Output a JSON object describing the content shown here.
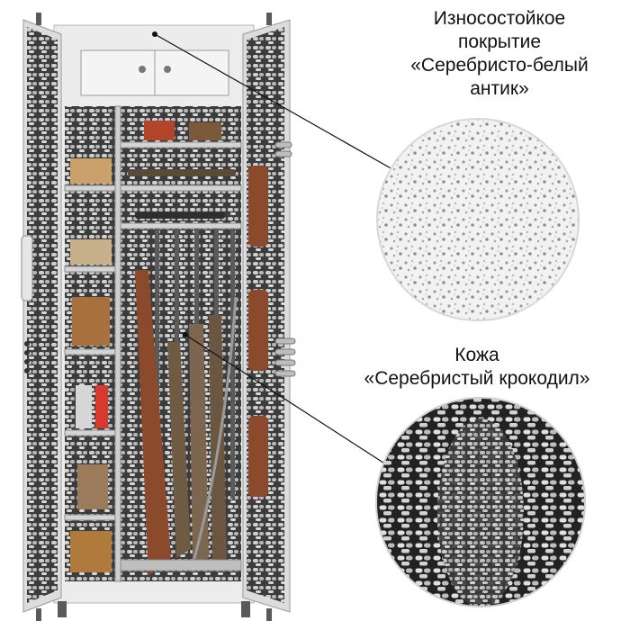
{
  "labels": {
    "coating": {
      "lines": [
        "Износостойкое",
        "покрытие",
        "«Серебристо-белый",
        "антик»"
      ]
    },
    "leather": {
      "lines": [
        "Кожа",
        "«Серебристый крокодил»"
      ]
    }
  },
  "colors": {
    "body": "#eeeeee",
    "leather_dark": "#3a3a3a",
    "leather_light": "#c9c9c9",
    "wood": "#8b4a2b",
    "steel": "#5a5a5a",
    "coating_base": "#f4f4f4",
    "coating_dots": "#9a9a9a"
  }
}
